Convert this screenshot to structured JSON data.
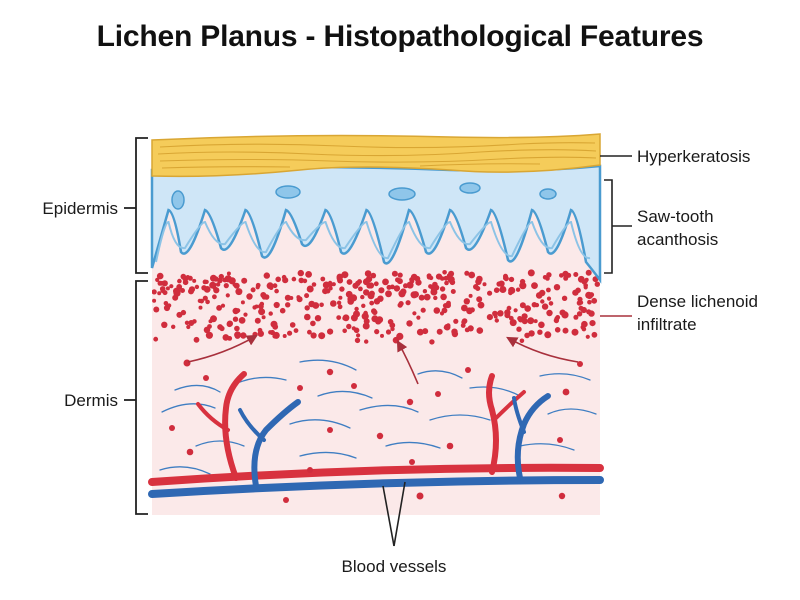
{
  "title": "Lichen Planus - Histopathological Features",
  "labels": {
    "epidermis": "Epidermis",
    "dermis": "Dermis",
    "hyperkeratosis": "Hyperkeratosis",
    "sawtooth_line1": "Saw-tooth",
    "sawtooth_line2": "acanthosis",
    "infiltrate_line1": "Dense lichenoid",
    "infiltrate_line2": "infiltrate",
    "blood_vessels": "Blood vessels"
  },
  "colors": {
    "stratum_corneum": "#f5cc5a",
    "epidermis": "#cfe6f7",
    "epidermis_border": "#4a9bd0",
    "dermis": "#fbe9e9",
    "infiltrate_cells": "#d02d3d",
    "artery": "#d8323f",
    "vein": "#2f68b3"
  },
  "icons": [
    "bracket-icon",
    "pointer-line-icon",
    "arrow-icon"
  ]
}
